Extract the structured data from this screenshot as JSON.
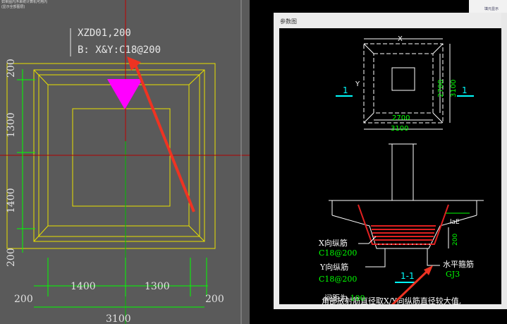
{
  "left_view": {
    "hint_line1": "如果图内浮来统计算机可用内",
    "hint_line2": "(显示全部图层)",
    "label_name": "XZD01,200",
    "label_rebar": "B: X&Y:C18@200",
    "dims_vertical": [
      "200",
      "1300",
      "1400",
      "200"
    ],
    "dims_horizontal": [
      "1400",
      "1300"
    ],
    "dim_left_bottom": "200",
    "dim_right_bottom": "200",
    "dim_total": "3100"
  },
  "dialog": {
    "title": "参数图",
    "plan": {
      "x_label": "X",
      "y_label": "Y",
      "section_mark": "1",
      "dim_inner_w": "2700",
      "dim_outer_w": "3100",
      "dim_inner_h": "2700",
      "dim_outer_h": "3100"
    },
    "section": {
      "x_rebar_label": "X向纵筋",
      "x_rebar_value": "C18@200",
      "y_rebar_label": "Y向纵筋",
      "y_rebar_value": "C18@200",
      "stirrup_label": "水平箍筋",
      "stirrup_value": "GJ3",
      "lae_label": "laE",
      "dim_200": "200",
      "section_title": "1-1",
      "note_line1": "角部放射筋直径取X/Y向纵筋直径较大值,",
      "note_line2_prefix": "间距为",
      "note_line2_value": "100"
    }
  },
  "right_panel": {
    "text": "填元显示"
  },
  "colors": {
    "cad_bg": "#5a5a5a",
    "yellow": "#e8e000",
    "green": "#00ff00",
    "cyan": "#00c8ff",
    "red": "#e02020",
    "magenta": "#ff00ff",
    "arrow_red": "#ee3322"
  },
  "icons": {
    "pointer_arrow": "red-arrow-icon",
    "marker": "magenta-triangle-icon"
  }
}
